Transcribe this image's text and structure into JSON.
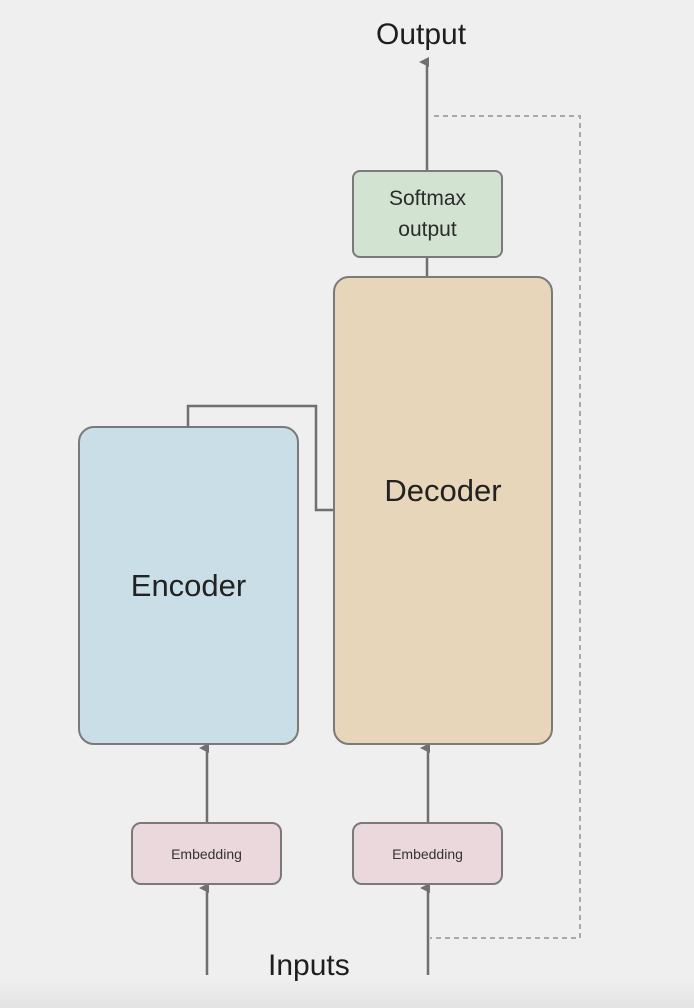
{
  "diagram": {
    "title_top": "Output",
    "title_bottom": "Inputs",
    "nodes": {
      "softmax": {
        "label_line1": "Softmax",
        "label_line2": "output",
        "color": "#d2e4d1"
      },
      "decoder": {
        "label": "Decoder",
        "color": "#e7d6b9"
      },
      "encoder": {
        "label": "Encoder",
        "color": "#c9dee6"
      },
      "encoder_embedding": {
        "label": "Embedding",
        "color": "#ebd8dc"
      },
      "decoder_embedding": {
        "label": "Embedding",
        "color": "#ebd8dc"
      }
    },
    "edges": [
      {
        "from": "Inputs",
        "to": "encoder_embedding",
        "style": "solid-arrow"
      },
      {
        "from": "encoder_embedding",
        "to": "encoder",
        "style": "solid-arrow"
      },
      {
        "from": "Inputs",
        "to": "decoder_embedding",
        "style": "solid-arrow"
      },
      {
        "from": "decoder_embedding",
        "to": "decoder",
        "style": "solid-arrow"
      },
      {
        "from": "encoder",
        "to": "decoder",
        "style": "solid-line"
      },
      {
        "from": "decoder",
        "to": "softmax",
        "style": "solid-line"
      },
      {
        "from": "softmax",
        "to": "Output",
        "style": "solid-arrow"
      },
      {
        "from": "Output",
        "to": "decoder input",
        "style": "dotted-feedback"
      }
    ],
    "line_color": "#6f6f6f",
    "dotted_color": "#a9a9a9"
  }
}
